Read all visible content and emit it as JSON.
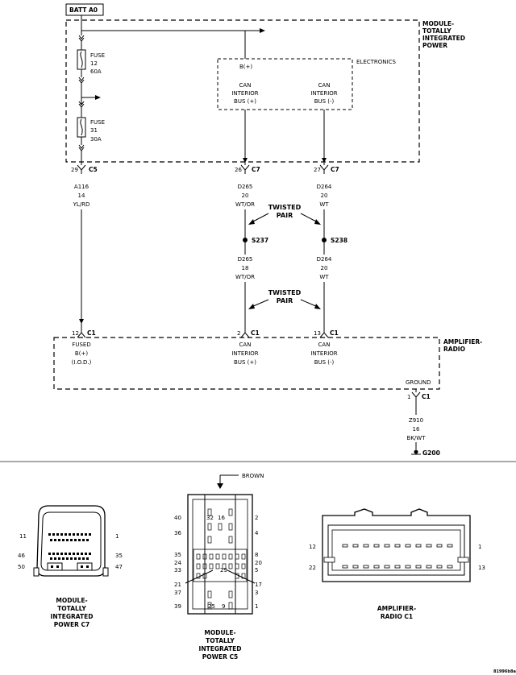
{
  "batt": "BATT A0",
  "tipm": {
    "l1": "MODULE-",
    "l2": "TOTALLY",
    "l3": "INTEGRATED",
    "l4": "POWER"
  },
  "electronics": "ELECTRONICS",
  "fuse12": {
    "a": "FUSE",
    "b": "12",
    "c": "60A"
  },
  "fuse31": {
    "a": "FUSE",
    "b": "31",
    "c": "30A"
  },
  "bplus": "B(+)",
  "can_hi": {
    "a": "CAN",
    "b": "INTERIOR",
    "c": "BUS (+)"
  },
  "can_lo": {
    "a": "CAN",
    "b": "INTERIOR",
    "c": "BUS (-)"
  },
  "pins": {
    "p29": "29",
    "c5": "C5",
    "p26": "26",
    "c7a": "C7",
    "p27": "27",
    "c7b": "C7",
    "p12": "12",
    "c1a": "C1",
    "p2": "2",
    "c1b": "C1",
    "p13": "13",
    "c1c": "C1",
    "p1": "1",
    "c1d": "C1"
  },
  "w_a116": {
    "a": "A116",
    "b": "14",
    "c": "YL/RD"
  },
  "w_d265a": {
    "a": "D265",
    "b": "20",
    "c": "WT/OR"
  },
  "w_d264a": {
    "a": "D264",
    "b": "20",
    "c": "WT"
  },
  "twisted1": {
    "a": "TWISTED",
    "b": "PAIR"
  },
  "twisted2": {
    "a": "TWISTED",
    "b": "PAIR"
  },
  "s237": "S237",
  "s238": "S238",
  "w_d265b": {
    "a": "D265",
    "b": "18",
    "c": "WT/OR"
  },
  "w_d264b": {
    "a": "D264",
    "b": "20",
    "c": "WT"
  },
  "amp": {
    "a": "AMPLIFIER-",
    "b": "RADIO"
  },
  "fused": {
    "a": "FUSED",
    "b": "B(+)",
    "c": "(I.O.D.)"
  },
  "ground": "GROUND",
  "w_z910": {
    "a": "Z910",
    "b": "16",
    "c": "BK/WT"
  },
  "g200": "G200",
  "brown": "BROWN",
  "conn_c7": {
    "a": "MODULE-",
    "b": "TOTALLY",
    "c": "INTEGRATED",
    "d": "POWER C7",
    "n11": "11",
    "n1": "1",
    "n46": "46",
    "n35": "35",
    "n50": "50",
    "n47": "47"
  },
  "conn_c5": {
    "a": "MODULE-",
    "b": "TOTALLY",
    "c": "INTEGRATED",
    "d": "POWER C5",
    "n40": "40",
    "n2": "2",
    "n32": "32",
    "n16": "16",
    "n36": "36",
    "n4": "4",
    "n35": "35",
    "n8": "8",
    "n24": "24",
    "n20": "20",
    "n29": "29",
    "n33": "33",
    "n5": "5",
    "n21": "21",
    "n17": "17",
    "n37": "37",
    "n3": "3",
    "n39": "39",
    "n25": "25",
    "n9": "9",
    "n1": "1"
  },
  "conn_c1": {
    "a": "AMPLIFIER-",
    "b": "RADIO C1",
    "n12": "12",
    "n1": "1",
    "n22": "22",
    "n13": "13"
  },
  "code": "81996b8a"
}
